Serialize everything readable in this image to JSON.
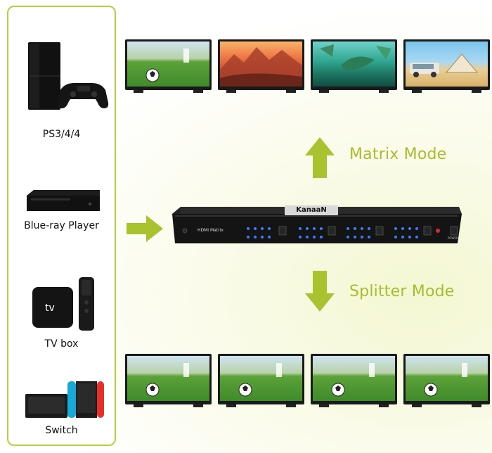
{
  "sources": [
    {
      "label": "PS3/4/4",
      "icon": "game-console-icon"
    },
    {
      "label": "Blue-ray Player",
      "icon": "bluray-player-icon"
    },
    {
      "label": "TV box",
      "icon": "tv-box-icon"
    },
    {
      "label": "Switch",
      "icon": "handheld-console-icon"
    }
  ],
  "tvbox_logo_text": "tv",
  "modes": {
    "matrix": "Matrix Mode",
    "splitter": "Splitter Mode"
  },
  "device": {
    "brand": "KanaaN",
    "model": "HDMI Matrix",
    "power_label": "POWER"
  },
  "colors": {
    "accent": "#a4be2e",
    "border": "#b6cf3c",
    "device_body": "#1b1b1b",
    "led_blue": "#3d7dff"
  },
  "matrix_displays": [
    "soccer",
    "canyon",
    "fantasy",
    "camping"
  ],
  "splitter_displays": [
    "soccer",
    "soccer",
    "soccer",
    "soccer"
  ]
}
